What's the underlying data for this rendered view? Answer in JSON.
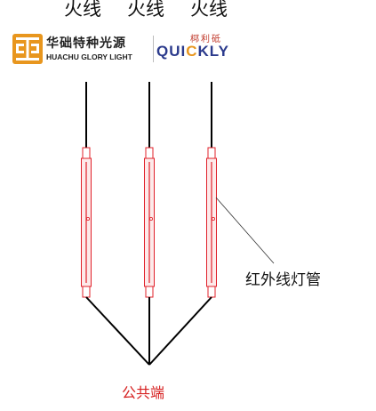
{
  "top_labels": [
    "火线",
    "火线",
    "火线"
  ],
  "logo_left": {
    "name_cn": "华础特种光源",
    "name_en": "HUACHU GLORY LIGHT"
  },
  "logo_right": {
    "name_cn": "桏利砥",
    "name_en_before": "QUI",
    "name_en_mark": "C",
    "name_en_after": "KLY"
  },
  "callout_label": "红外线灯管",
  "common_label": "公共端",
  "colors": {
    "tube": "#e0202a",
    "wire": "#000000",
    "common_label": "#d62020",
    "logo_orange": "#e8961e",
    "logo_blue": "#2b3a8c"
  }
}
